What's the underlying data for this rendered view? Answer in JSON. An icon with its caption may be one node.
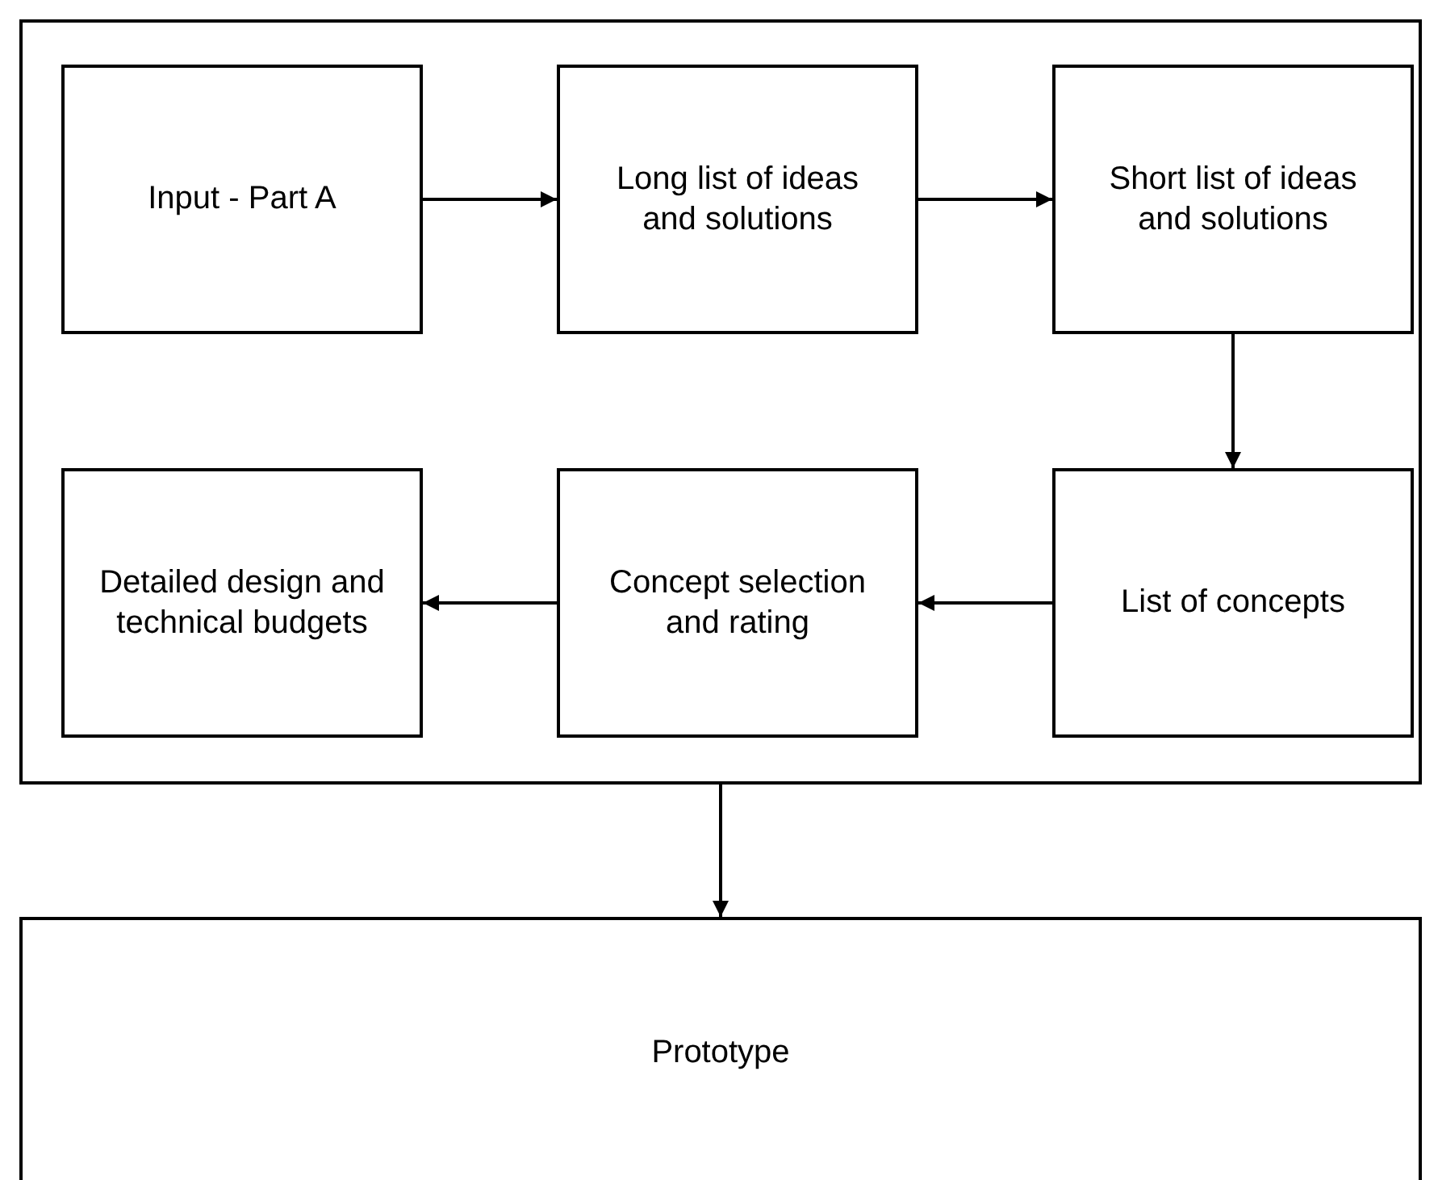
{
  "diagram": {
    "nodes": [
      {
        "text": [],
        "shape": "box"
      },
      {
        "text": [
          "Input - Part A"
        ],
        "in": 0
      },
      {
        "text": [
          "Long list of ideas and solutions"
        ],
        "in": 0
      },
      {
        "text": [
          "Short list of ideas and solutions"
        ],
        "in": 0
      },
      {
        "text": [
          "Detailed design and technical budgets"
        ],
        "in": 0
      },
      {
        "text": [
          "Concept selection and rating"
        ],
        "in": 0
      },
      {
        "text": [
          "List of concepts"
        ],
        "in": 0
      },
      {
        "text": [
          "Prototype"
        ]
      }
    ],
    "edges": [
      {
        "from": 1,
        "to": 2,
        "arrow": "to"
      },
      {
        "from": 2,
        "to": 3,
        "arrow": "to"
      },
      {
        "from": 3,
        "to": 6,
        "arrow": "to"
      },
      {
        "from": 6,
        "to": 5,
        "arrow": "to"
      },
      {
        "from": 5,
        "to": 4,
        "arrow": "to"
      },
      {
        "from": 0,
        "to": 7,
        "arrow": "to"
      }
    ]
  }
}
